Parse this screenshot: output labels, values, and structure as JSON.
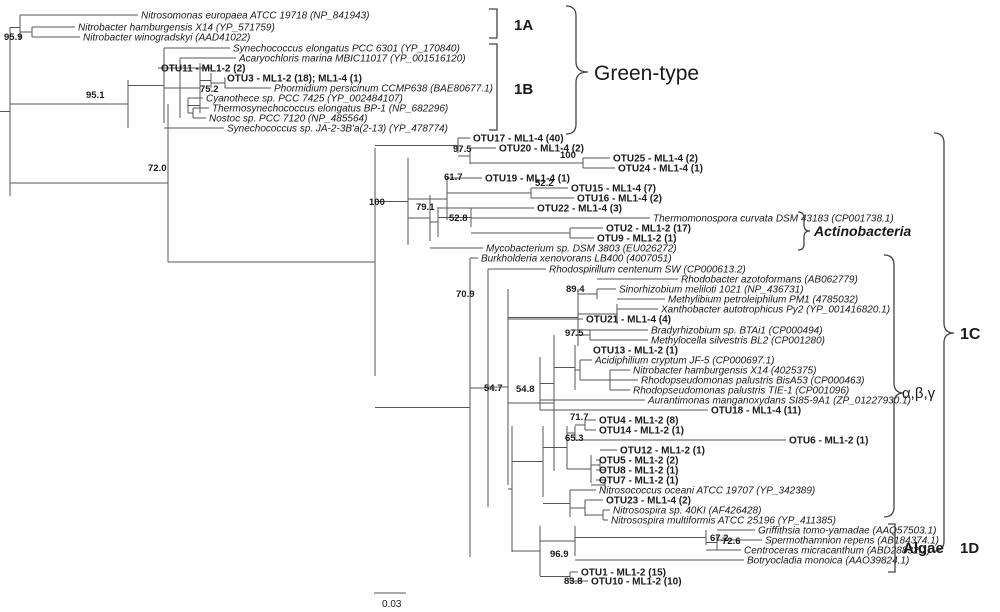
{
  "leaves": [
    "Nitrosomonas europaea ATCC 19718 (NP_841943)",
    "Nitrobacter hamburgensis X14 (YP_571759)",
    "Nitrobacter winogradskyi (AAD41022)",
    "Synechococcus elongatus PCC 6301 (YP_170840)",
    "Acaryochloris marina MBIC11017 (YP_001516120)",
    "OTU11 - ML1-2 (2)",
    "OTU3 - ML1-2 (18); ML1-4 (1)",
    "Phormidium persicinum CCMP638 (BAE80677.1)",
    "Cyanothece sp. PCC 7425 (YP_002484107)",
    "Thermosynechococcus elongatus BP-1 (NP_682296)",
    "Nostoc sp. PCC 7120 (NP_485564)",
    "Synechococcus sp. JA-2-3B'a(2-13) (YP_478774)",
    "OTU17 - ML1-4 (40)",
    "OTU20 - ML1-4 (2)",
    "OTU25 - ML1-4 (2)",
    "OTU24 - ML1-4 (1)",
    "OTU19 - ML1-4 (1)",
    "OTU15 - ML1-4 (7)",
    "OTU16 - ML1-4 (2)",
    "OTU22 - ML1-4 (3)",
    "Thermomonospora curvata DSM 43183 (CP001738.1)",
    "OTU2 - ML1-2 (17)",
    "OTU9 - ML1-2 (1)",
    "Mycobacterium sp. DSM 3803 (EU026272)",
    "Burkholderia xenovorans LB400 (4007051)",
    "Rhodospirillum centenum SW (CP000613.2)",
    "Rhodobacter azotoformans (AB062779)",
    "Sinorhizobium meliloti 1021 (NP_436731)",
    "Methylibium petroleiphilum PM1 (4785032)",
    "Xanthobacter autotrophicus Py2 (YP_001416820.1)",
    "OTU21 - ML1-4 (4)",
    "Bradyrhizobium sp. BTAi1 (CP000494)",
    "Methylocella silvestris BL2 (CP001280)",
    "OTU13 - ML1-2 (1)",
    "Acidiphilium cryptum JF-5 (CP000697.1)",
    "Nitrobacter hamburgensis X14 (4025375)",
    "Rhodopseudomonas palustris BisA53 (CP000463)",
    "Rhodopseudomonas palustris TIE-1 (CP001096)",
    "Aurantimonas manganoxydans SI85-9A1 (ZP_01227930.1)",
    "OTU18 - ML1-4 (11)",
    "OTU4 - ML1-2 (8)",
    "OTU14 - ML1-2 (1)",
    "OTU6 - ML1-2 (1)",
    "OTU12 - ML1-2 (1)",
    "OTU5 - ML1-2 (2)",
    "OTU8 - ML1-2 (1)",
    "OTU7 - ML1-2 (1)",
    "Nitrosococcus oceani ATCC 19707 (YP_342389)",
    "OTU23 - ML1-4 (2)",
    "Nitrosospira sp. 40KI (AF426428)",
    "Nitrosospira multiformis ATCC 25196 (YP_411385)",
    "Griffithsia tomo-yamadae (AAQ57503.1)",
    "Spermothamnion repens (AB184374.1)",
    "Centroceras micracanthum (ABD28832.1)",
    "Botryocladia monoica (AAO39824.1)",
    "OTU1 - ML1-2 (15)",
    "OTU10 - ML1-2 (10)"
  ],
  "bootstrap": [
    "95.9",
    "95.1",
    "75.2",
    "72.0",
    "97.5",
    "100",
    "61.7",
    "52.2",
    "79.1",
    "52.8",
    "100",
    "70.9",
    "89.4",
    "97.5",
    "54.7",
    "54.8",
    "71.7",
    "65.3",
    "67.2",
    "72.6",
    "96.9",
    "83.8"
  ],
  "groups": {
    "g1a": "1A",
    "g1b": "1B",
    "green_type": "Green-type",
    "actinobacteria": "Actinobacteria",
    "abg": "α,β,γ",
    "g1c": "1C",
    "algae": "Algae",
    "g1d": "1D"
  },
  "scale": {
    "label": "0.03"
  }
}
